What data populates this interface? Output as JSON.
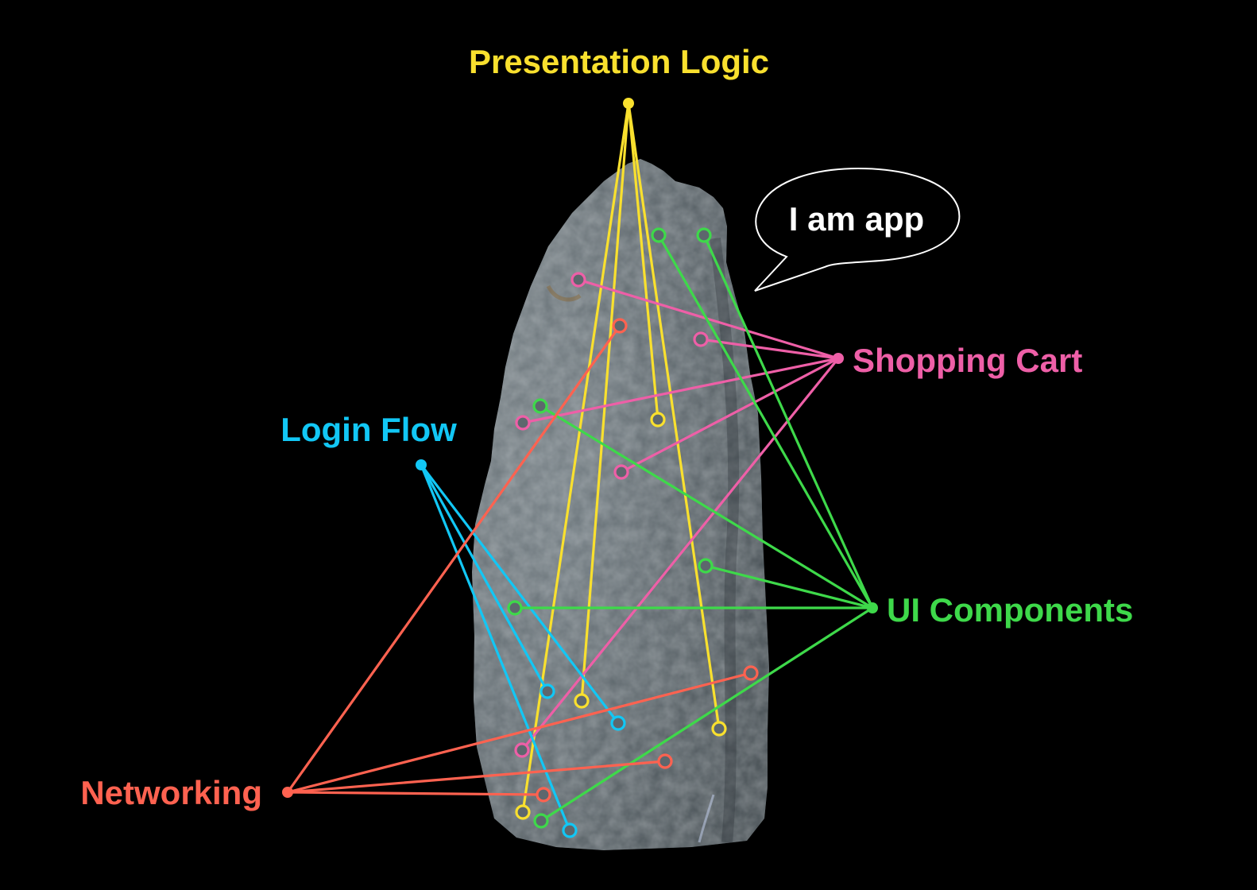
{
  "speech_bubble": {
    "text": "I am app"
  },
  "hubs": {
    "presentation_logic": {
      "label": "Presentation Logic",
      "color": "#F9E02E"
    },
    "shopping_cart": {
      "label": "Shopping Cart",
      "color": "#EE5FA7"
    },
    "login_flow": {
      "label": "Login Flow",
      "color": "#12C7F5"
    },
    "ui_components": {
      "label": "UI Components",
      "color": "#3ED94A"
    },
    "networking": {
      "label": "Networking",
      "color": "#FF6250"
    }
  },
  "background_color": "#000000"
}
